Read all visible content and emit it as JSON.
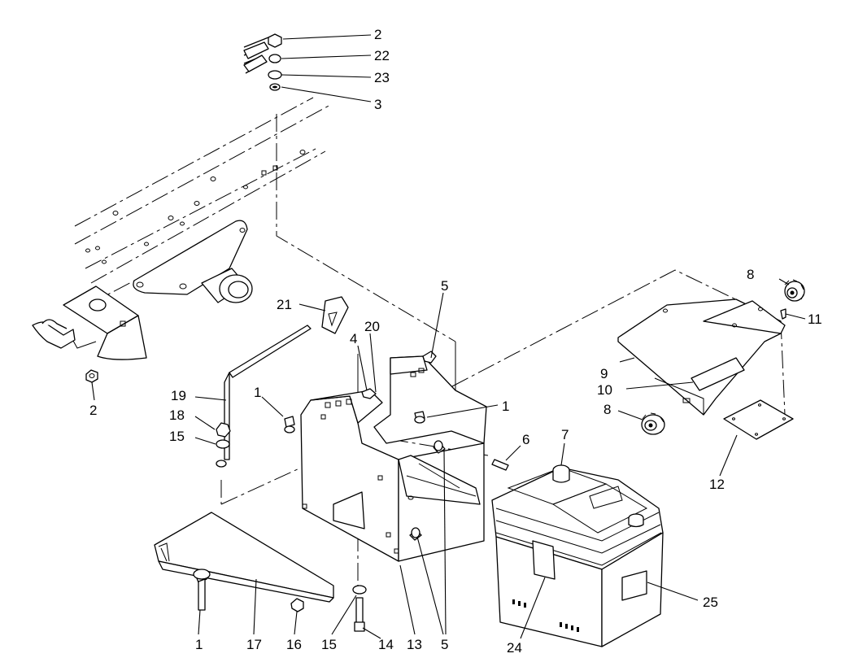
{
  "callouts": [
    {
      "id": "c-2-top",
      "number": "2"
    },
    {
      "id": "c-22",
      "number": "22"
    },
    {
      "id": "c-23",
      "number": "23"
    },
    {
      "id": "c-3",
      "number": "3"
    },
    {
      "id": "c-2-left",
      "number": "2"
    },
    {
      "id": "c-5-top",
      "number": "5"
    },
    {
      "id": "c-8-top",
      "number": "8"
    },
    {
      "id": "c-11",
      "number": "11"
    },
    {
      "id": "c-21",
      "number": "21"
    },
    {
      "id": "c-20",
      "number": "20"
    },
    {
      "id": "c-4",
      "number": "4"
    },
    {
      "id": "c-9",
      "number": "9"
    },
    {
      "id": "c-10",
      "number": "10"
    },
    {
      "id": "c-19",
      "number": "19"
    },
    {
      "id": "c-1-left",
      "number": "1"
    },
    {
      "id": "c-1-right",
      "number": "1"
    },
    {
      "id": "c-8-mid",
      "number": "8"
    },
    {
      "id": "c-18",
      "number": "18"
    },
    {
      "id": "c-15-left",
      "number": "15"
    },
    {
      "id": "c-6",
      "number": "6"
    },
    {
      "id": "c-7",
      "number": "7"
    },
    {
      "id": "c-12",
      "number": "12"
    },
    {
      "id": "c-25",
      "number": "25"
    },
    {
      "id": "c-1-bottom",
      "number": "1"
    },
    {
      "id": "c-17",
      "number": "17"
    },
    {
      "id": "c-16",
      "number": "16"
    },
    {
      "id": "c-15-bottom",
      "number": "15"
    },
    {
      "id": "c-14",
      "number": "14"
    },
    {
      "id": "c-13",
      "number": "13"
    },
    {
      "id": "c-5-bottom",
      "number": "5"
    },
    {
      "id": "c-24",
      "number": "24"
    }
  ]
}
